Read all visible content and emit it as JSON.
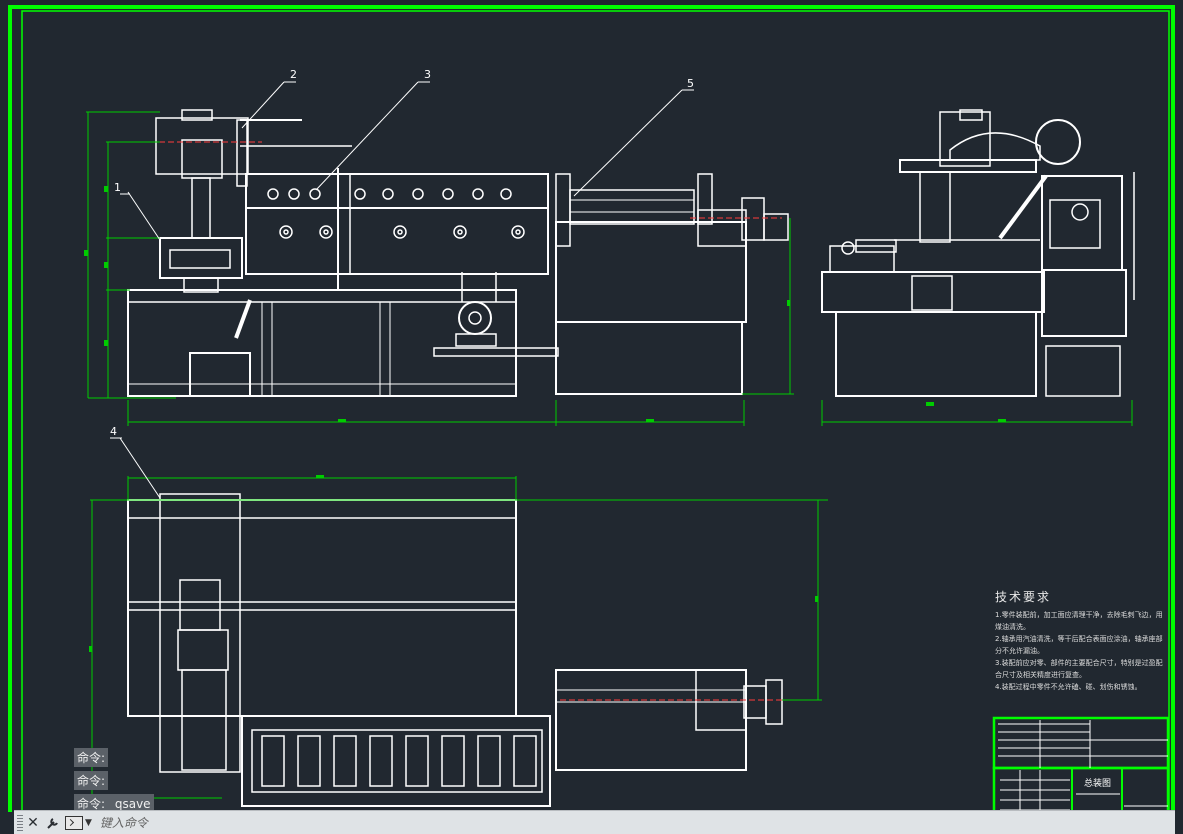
{
  "balloons": [
    "1",
    "2",
    "3",
    "4",
    "5"
  ],
  "tech_requirements": {
    "title": "技术要求",
    "lines": [
      "1.零件装配前，加工面应清理干净，去除毛刺飞边，用煤油清洗。",
      "2.轴承用汽油清洗，等干后配合表面应涂油，轴承座部分不允许漏油。",
      "3.装配前应对零、部件的主要配合尺寸，特别是过盈配合尺寸及相关精度进行复查。",
      "4.装配过程中零件不允许磕、碰、划伤和锈蚀。"
    ]
  },
  "title_block": {
    "drawing_name": "总装图"
  },
  "command_history": [
    "命令:",
    "命令:",
    "命令: _qsave"
  ],
  "command_bar": {
    "close_icon": "close-icon",
    "customize_icon": "wrench-icon",
    "prompt_icon": "command-prompt-icon",
    "input_placeholder": "键入命令"
  },
  "colors": {
    "background": "#212830",
    "frame": "#00ff00",
    "lines": "#ffffff",
    "dimensions": "#00cc00",
    "centerline": "#ff3b3b",
    "command_bar": "#dfe3e6"
  }
}
